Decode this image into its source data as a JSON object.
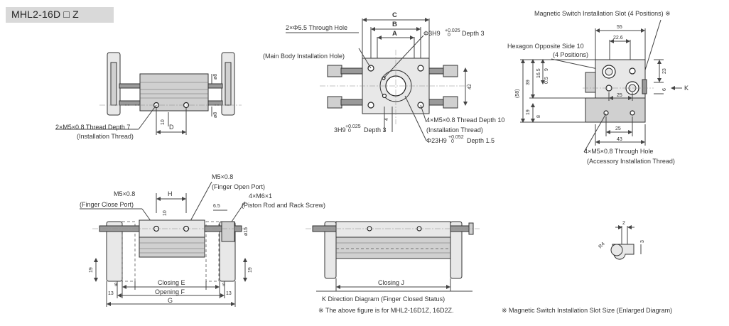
{
  "title": "MHL2-16D □ Z",
  "top_side": {
    "thread_label": "2×M5×0.8 Thread Depth 7",
    "thread_sub": "(Installation Thread)",
    "dim_d": "D",
    "dim_10": "10",
    "dim_phi8_top": "ø8",
    "dim_phi8_bottom": "ø8"
  },
  "top_center": {
    "dim_c": "C",
    "dim_b": "B",
    "dim_a": "A",
    "dim_42": "42",
    "dim_4": "4",
    "through_hole": "2×Φ5.5 Through Hole",
    "through_hole_sub": "(Main Body Installation Hole)",
    "phi3": "Φ3H9",
    "phi3_tol_top": "+0.025",
    "phi3_tol_bottom": "0",
    "phi3_depth": "Depth 3",
    "thread10": "4×M5×0.8 Thread Depth 10",
    "thread10_sub": "(Installation Thread)",
    "phi23": "Φ23H9",
    "phi23_tol_top": "+0.052",
    "phi23_tol_bottom": "0",
    "phi23_depth": "Depth 1.5",
    "h3": "3H9",
    "h3_tol_top": "+0.025",
    "h3_tol_bottom": "0",
    "h3_depth": "Depth 3"
  },
  "top_right": {
    "slot_label": "Magnetic Switch Installation Slot (4 Positions) ※",
    "hex_label": "Hexagon Opposite Side 10",
    "hex_sub": "(4 Positions)",
    "dim_55": "55",
    "dim_22_6": "22.6",
    "dim_23": "23",
    "dim_6": "6",
    "dim_k": "K",
    "dim_58": "(58)",
    "dim_39": "39",
    "dim_16_5": "16.5",
    "dim_9": "9",
    "dim_0_5": "0.5",
    "dim_25a": "25",
    "dim_19": "19",
    "dim_8": "8",
    "dim_25b": "25",
    "dim_43": "43",
    "thru_label": "4×M5×0.8 Through Hole",
    "thru_sub": "(Accessory Installation Thread)"
  },
  "bottom_left": {
    "m5_close": "M5×0.8",
    "m5_close_sub": "(Finger Close Port)",
    "dim_h": "H",
    "dim_10": "10",
    "m5_open": "M5×0.8",
    "m5_open_sub": "(Finger Open Port)",
    "m6": "4×M6×1",
    "m6_sub": "(Piston Rod and Rack Screw)",
    "dim_6_5": "6.5",
    "dim_phi15": "ø15",
    "dim_19_left": "19",
    "dim_19_right": "19",
    "dim_9_left": "9",
    "dim_9_right": "9",
    "dim_13_left": "13",
    "dim_13_right": "13",
    "closing_e": "Closing E",
    "opening_f": "Opening F",
    "dim_g": "G"
  },
  "bottom_center": {
    "closing_j": "Closing J",
    "caption": "K Direction Diagram (Finger Closed Status)",
    "note": "※ The above figure is for MHL2-16D1Z, 16D2Z."
  },
  "bottom_right": {
    "dim_2": "2",
    "dim_3": "3",
    "dim_r4": "R4",
    "caption": "※ Magnetic Switch Installation Slot Size (Enlarged Diagram)"
  }
}
